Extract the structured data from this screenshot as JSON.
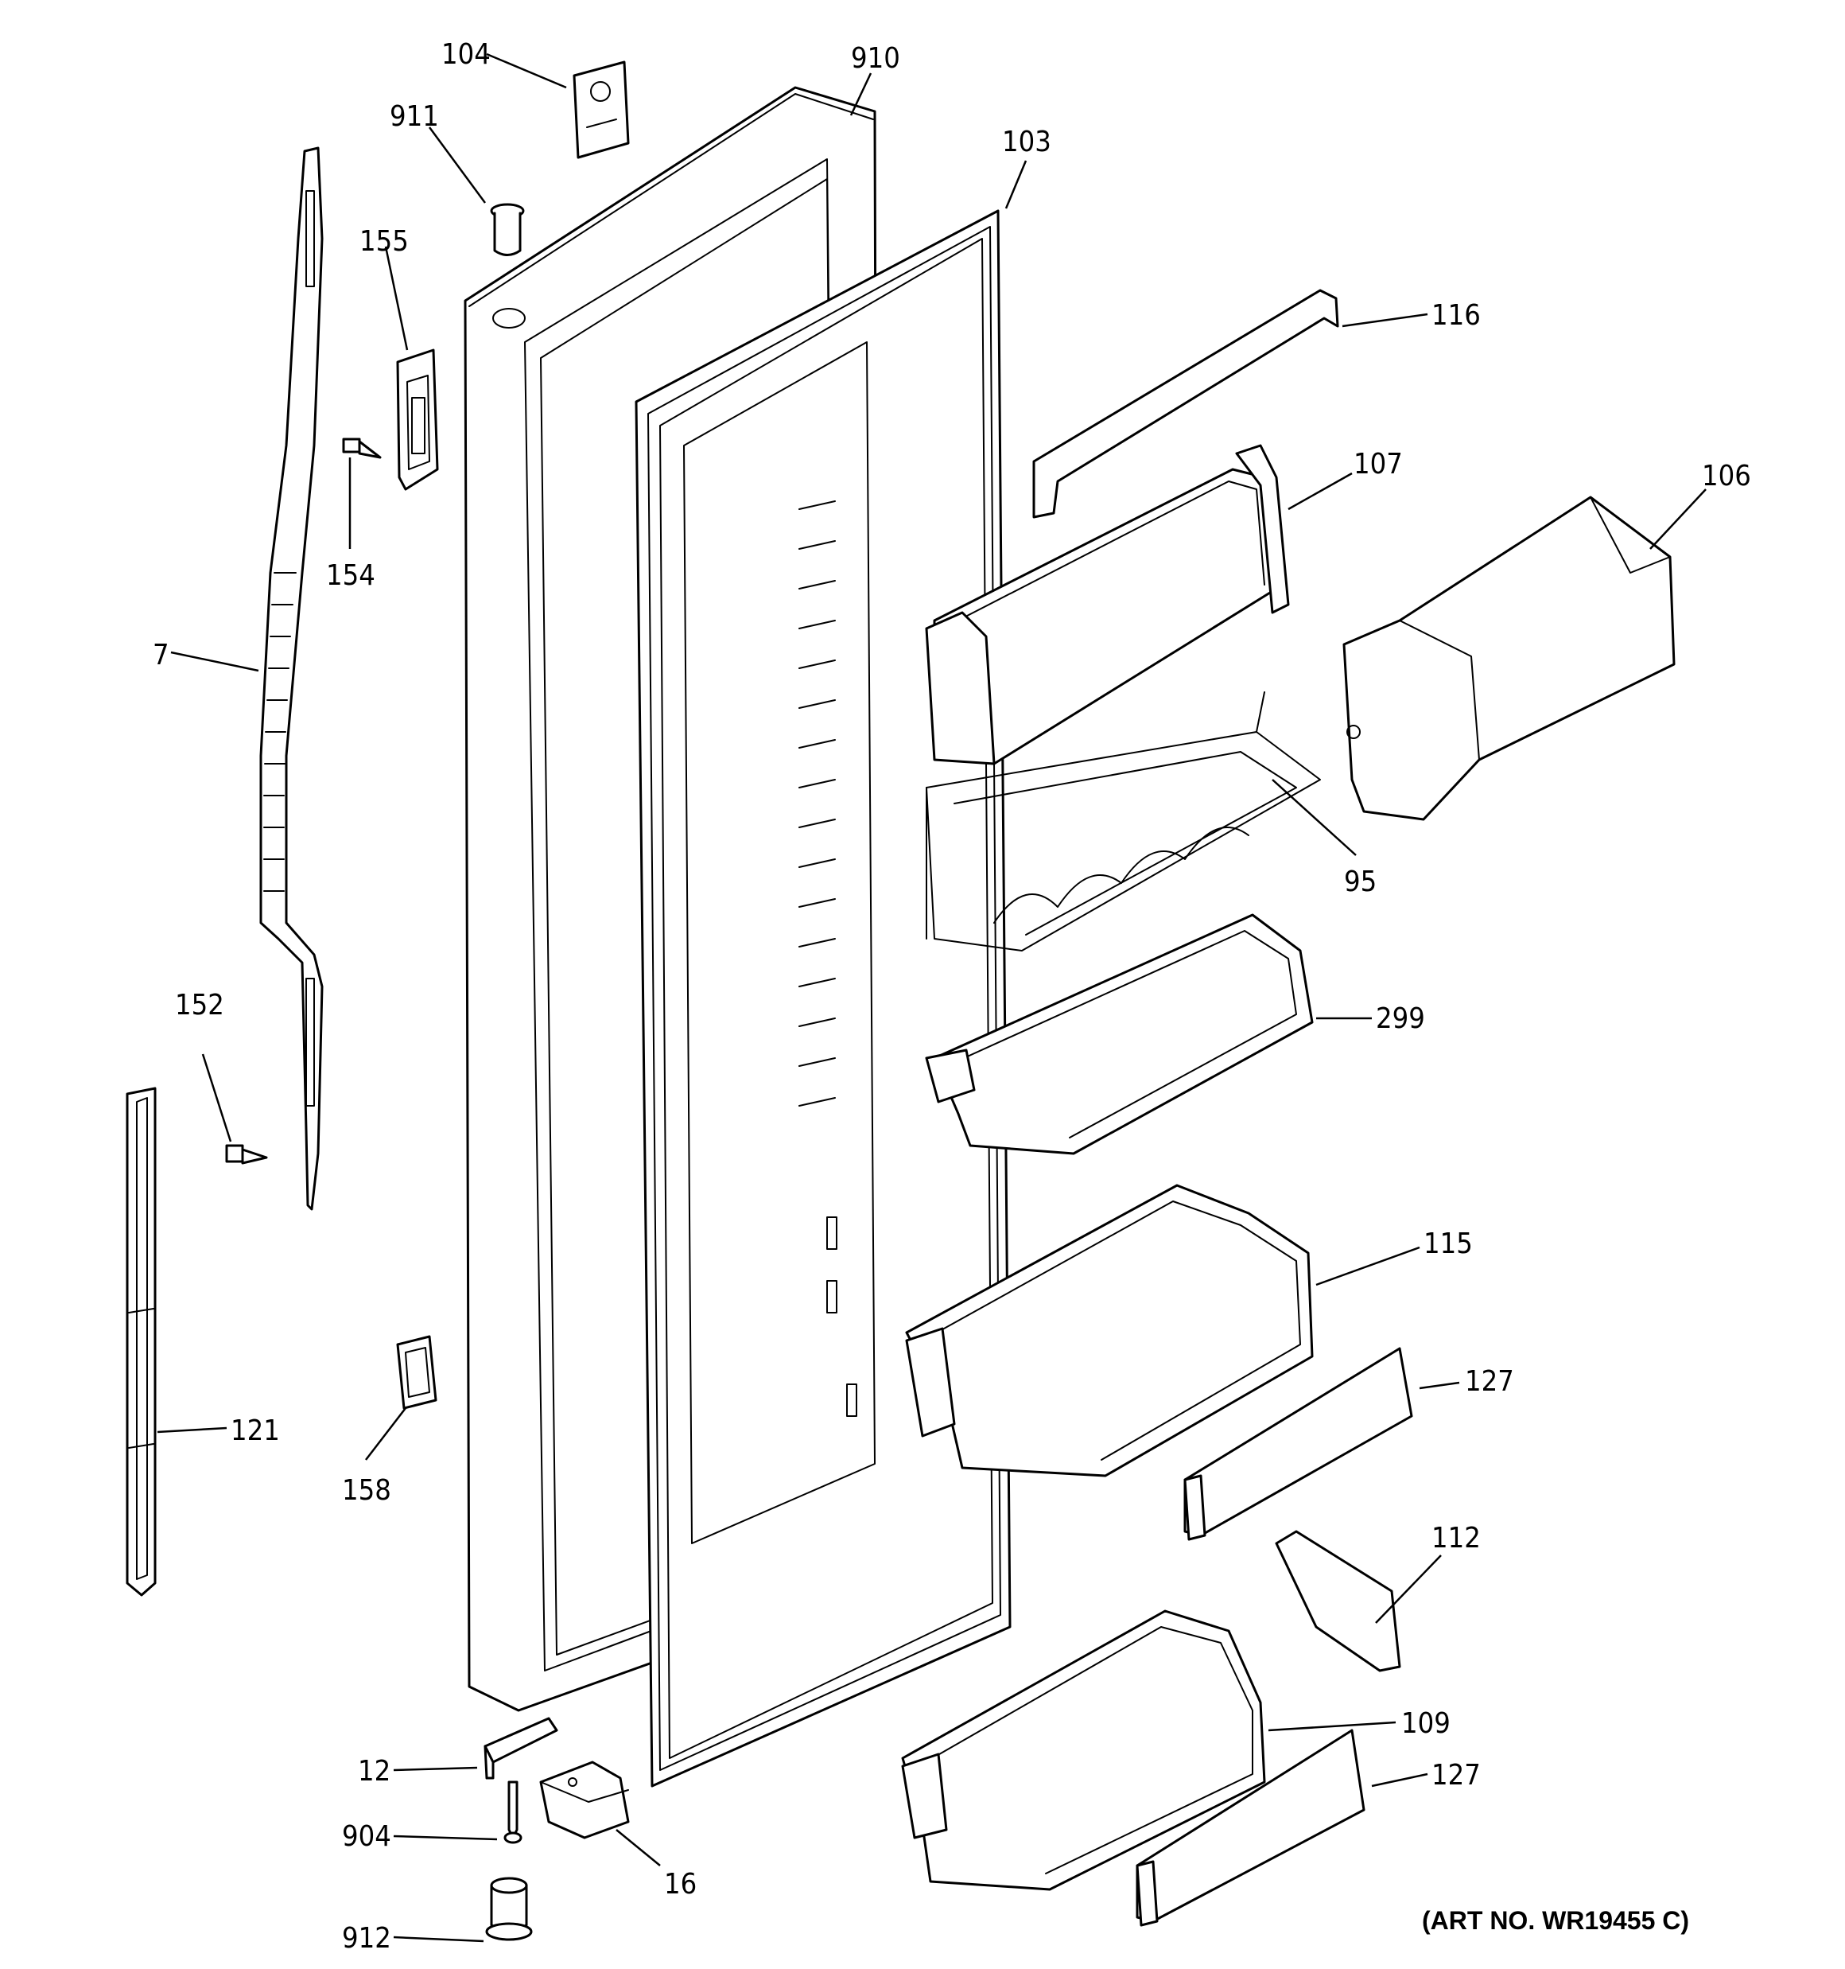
{
  "callouts": {
    "c104": "104",
    "c910": "910",
    "c911": "911",
    "c103": "103",
    "c155": "155",
    "c116": "116",
    "c154": "154",
    "c107": "107",
    "c106": "106",
    "c7": "7",
    "c95": "95",
    "c152": "152",
    "c299": "299",
    "c115": "115",
    "c127a": "127",
    "c121": "121",
    "c158": "158",
    "c112": "112",
    "c109": "109",
    "c12": "12",
    "c127b": "127",
    "c904": "904",
    "c16": "16",
    "c912": "912"
  },
  "art_number": "(ART NO. WR19455 C)",
  "colors": {
    "line": "#000000",
    "background": "#ffffff"
  }
}
